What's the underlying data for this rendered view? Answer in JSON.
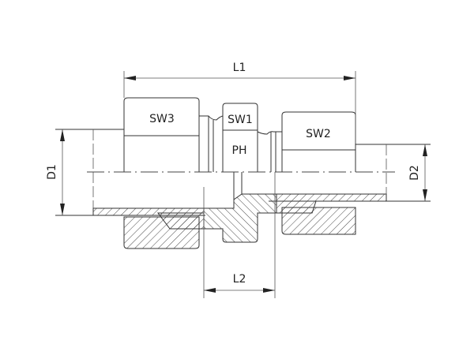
{
  "drawing": {
    "dimensions": {
      "overall_length": "L1",
      "body_length": "L2",
      "tube_diameter_left": "D1",
      "tube_diameter_right": "D2"
    },
    "parts": {
      "nut_left": "SW3",
      "body_hex": "SW1",
      "nut_right": "SW2",
      "body_code": "PH"
    }
  }
}
